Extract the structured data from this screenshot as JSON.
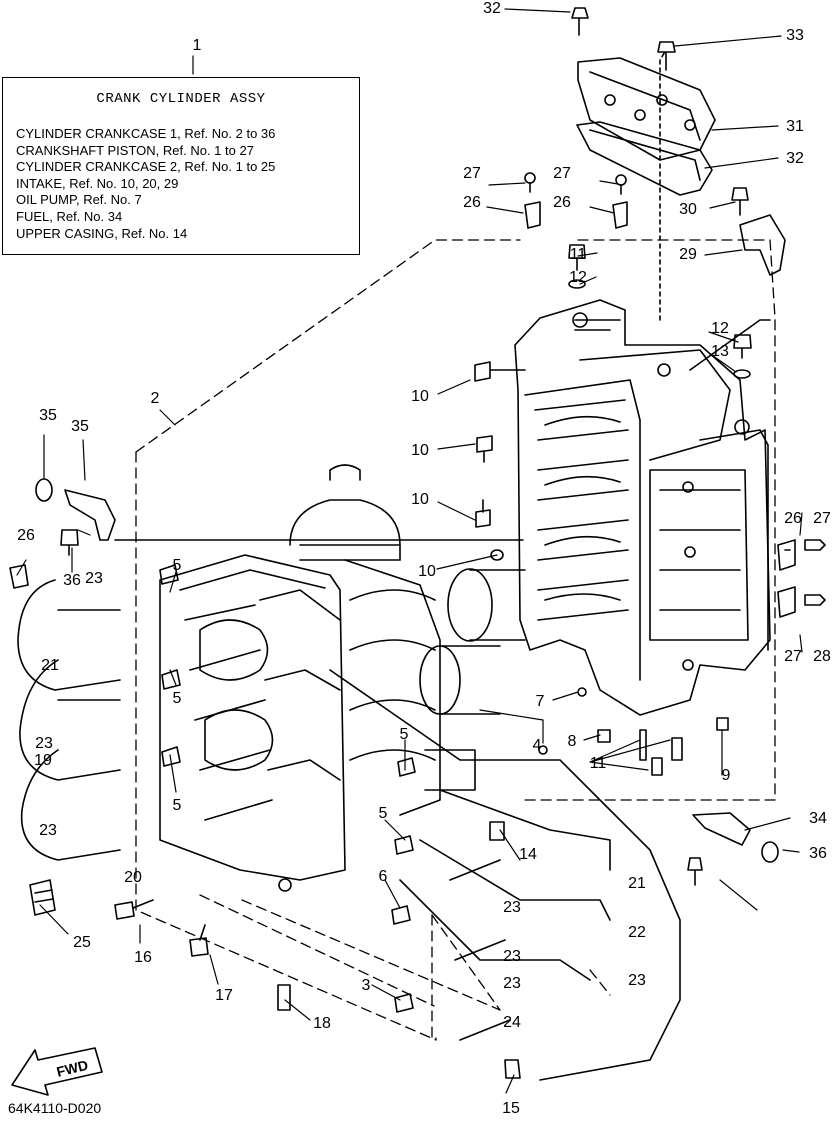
{
  "info_box": {
    "title": "CRANK CYLINDER ASSY",
    "lines": [
      "CYLINDER CRANKCASE 1, Ref. No. 2 to 36",
      "CRANKSHAFT PISTON,  Ref. No. 1 to 27",
      "CYLINDER CRANKCASE 2, Ref. No. 1 to 25",
      "INTAKE,  Ref. No. 10, 20, 29",
      "OIL PUMP,  Ref. No. 7",
      "FUEL,  Ref. No. 34",
      "UPPER CASING, Ref. No. 14"
    ]
  },
  "fwd_label": "FWD",
  "diagram_code": "64K4110-D020",
  "callouts": [
    "1",
    "2",
    "3",
    "4",
    "5",
    "5",
    "5",
    "5",
    "5",
    "6",
    "7",
    "8",
    "9",
    "10",
    "10",
    "10",
    "10",
    "11",
    "11",
    "12",
    "12",
    "13",
    "14",
    "15",
    "16",
    "17",
    "18",
    "19",
    "20",
    "21",
    "21",
    "22",
    "23",
    "23",
    "23",
    "23",
    "23",
    "23",
    "23",
    "24",
    "25",
    "26",
    "26",
    "26",
    "26",
    "27",
    "27",
    "27",
    "27",
    "28",
    "29",
    "30",
    "31",
    "32",
    "32",
    "33",
    "34",
    "35",
    "35",
    "36",
    "36"
  ]
}
